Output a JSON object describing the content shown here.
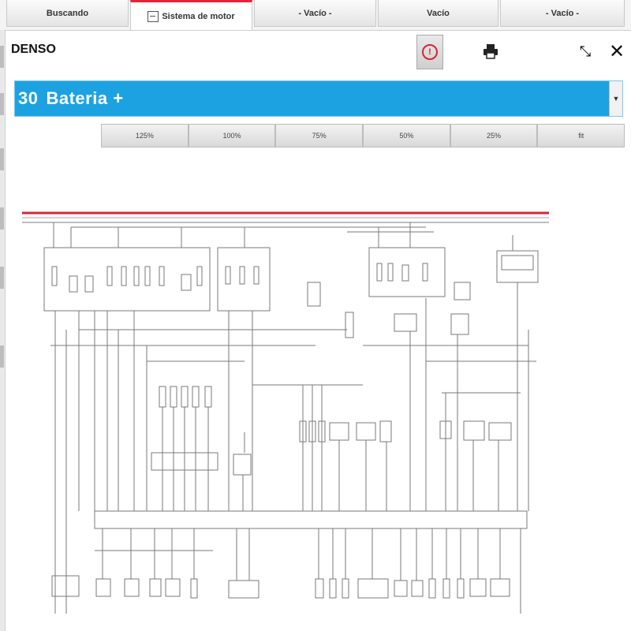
{
  "tabs": [
    {
      "label": "Buscando",
      "active": false
    },
    {
      "label": "Sistema de motor",
      "active": true
    },
    {
      "label": "- Vacío -",
      "active": false
    },
    {
      "label": "Vacío",
      "active": false
    },
    {
      "label": "- Vacío -",
      "active": false
    }
  ],
  "header": {
    "brand": "DENSO",
    "alert_icon": "!",
    "resize_icon": "⤡",
    "close_icon": "✕"
  },
  "selector": {
    "number": "30",
    "label": "Bateria +",
    "dropdown_icon": "▼"
  },
  "zoom": [
    "125%",
    "100%",
    "75%",
    "50%",
    "25%",
    "fit"
  ],
  "colors": {
    "selector_bg": "#1ca2e0",
    "active_tab_accent": "#e0263a",
    "power_line": "#d6243a",
    "wire": "#7a7a7a"
  }
}
